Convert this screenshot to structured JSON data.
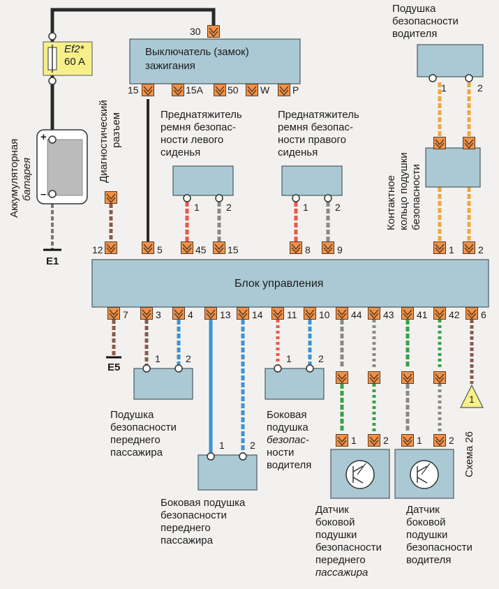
{
  "colors": {
    "module_fill": "#aac9d4",
    "module_stroke": "#4a5a60",
    "connector_fill": "#f0924a",
    "fuse_fill": "#f7f08a",
    "wire_black": "#2a2a2a",
    "wire_blue": "#3a94d4",
    "wire_green": "#3aa04a",
    "wire_orange": "#f0a640",
    "wire_red": "#e8584a",
    "wire_gray": "#8a8a8a",
    "wire_brown": "#8a5a4a"
  },
  "battery": {
    "label": "Аккумуляторная",
    "label2": "батарея",
    "plus": "+",
    "minus": "–",
    "ground": "E1"
  },
  "fuse": {
    "line1": "Ef2*",
    "line2": "60 A"
  },
  "ignition": {
    "title_line1": "Выключатель (замок)",
    "title_line2": "зажигания",
    "pin_top": "30",
    "pins": [
      "15",
      "15A",
      "50",
      "W",
      "P"
    ]
  },
  "diag": {
    "line1": "Диагностический",
    "line2": "разъем"
  },
  "pretensioner_left": {
    "line1": "Преднатяжитель",
    "line2": "ремня безопас-",
    "line3": "ности левого",
    "line4": "сиденья",
    "pin1": "1",
    "pin2": "2"
  },
  "pretensioner_right": {
    "line1": "Преднатяжитель",
    "line2": "ремня безопас-",
    "line3": "ности правого",
    "line4": "сиденья",
    "pin1": "1",
    "pin2": "2"
  },
  "driver_airbag": {
    "line1": "Подушка",
    "line2": "безопасности",
    "line3": "водителя",
    "pin1": "1",
    "pin2": "2"
  },
  "clockspring": {
    "line1": "Контактное",
    "line2": "кольцо подушки",
    "line3": "безопасности"
  },
  "control_unit": {
    "title": "Блок управления",
    "top_pins": [
      "12",
      "5",
      "45",
      "15",
      "8",
      "9",
      "1",
      "2"
    ],
    "bottom_pins": [
      "7",
      "3",
      "4",
      "13",
      "14",
      "11",
      "10",
      "44",
      "43",
      "41",
      "42",
      "6"
    ]
  },
  "ground_e5": "E5",
  "passenger_airbag": {
    "line1": "Подушка",
    "line2": "безопасности",
    "line3": "переднего",
    "line4": "пассажира",
    "pin1": "1",
    "pin2": "2"
  },
  "side_airbag_passenger": {
    "line1": "Боковая подушка",
    "line2": "безопасности",
    "line3": "переднего",
    "line4": "пассажира",
    "pin1": "1",
    "pin2": "2"
  },
  "side_airbag_driver": {
    "line1": "Боковая",
    "line2": "подушка",
    "line3": "безопас-",
    "line4": "ности",
    "line5": "водителя",
    "pin1": "1",
    "pin2": "2"
  },
  "sensor_passenger": {
    "line1": "Датчик",
    "line2": "боковой",
    "line3": "подушки",
    "line4": "безопасности",
    "line5": "переднего",
    "line6": "пассажира",
    "pin1": "1",
    "pin2": "2"
  },
  "sensor_driver": {
    "line1": "Датчик",
    "line2": "боковой",
    "line3": "подушки",
    "line4": "безопасности",
    "line5": "водителя",
    "pin1": "1",
    "pin2": "2"
  },
  "scheme_ref": {
    "number": "1",
    "label": "Схема 26"
  }
}
